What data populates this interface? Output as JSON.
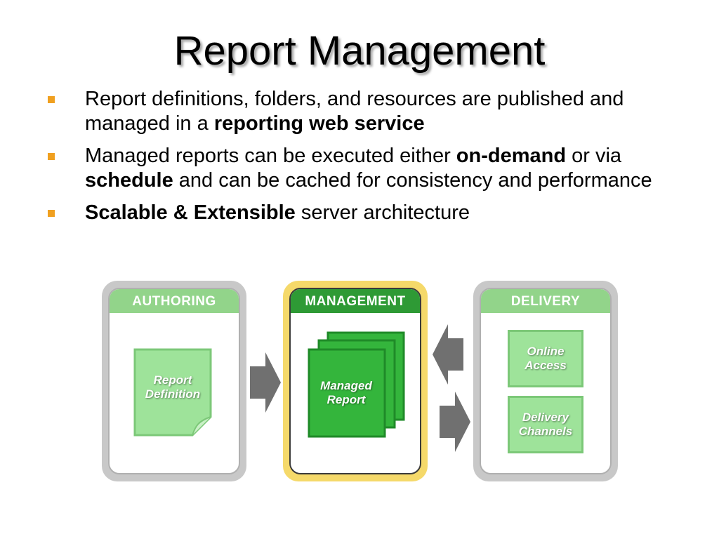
{
  "title": "Report Management",
  "colors": {
    "bullet_marker": "#f0a020",
    "highlight_border": "#f5d96a",
    "dark_green": "#2e9a35",
    "light_green": "#92d48a",
    "arrow_gray": "#707070"
  },
  "bullets": [
    {
      "parts": [
        {
          "text": "Report definitions, folders, and resources are published and managed in a ",
          "bold": false
        },
        {
          "text": "reporting web service",
          "bold": true
        }
      ]
    },
    {
      "parts": [
        {
          "text": "Managed reports can be executed either ",
          "bold": false
        },
        {
          "text": "on-demand",
          "bold": true
        },
        {
          "text": " or via ",
          "bold": false
        },
        {
          "text": "schedule",
          "bold": true
        },
        {
          "text": " and can be cached for consistency and performance",
          "bold": false
        }
      ]
    },
    {
      "parts": [
        {
          "text": "Scalable & Extensible",
          "bold": true
        },
        {
          "text": " server architecture",
          "bold": false
        }
      ]
    }
  ],
  "diagram": {
    "authoring": {
      "header": "AUTHORING",
      "card_line1": "Report",
      "card_line2": "Definition"
    },
    "management": {
      "header": "MANAGEMENT",
      "card_line1": "Managed",
      "card_line2": "Report"
    },
    "delivery": {
      "header": "DELIVERY",
      "card1_line1": "Online",
      "card1_line2": "Access",
      "card2_line1": "Delivery",
      "card2_line2": "Channels"
    },
    "icons": [
      "arrow-right-icon",
      "arrow-left-icon",
      "arrow-right-icon"
    ]
  }
}
